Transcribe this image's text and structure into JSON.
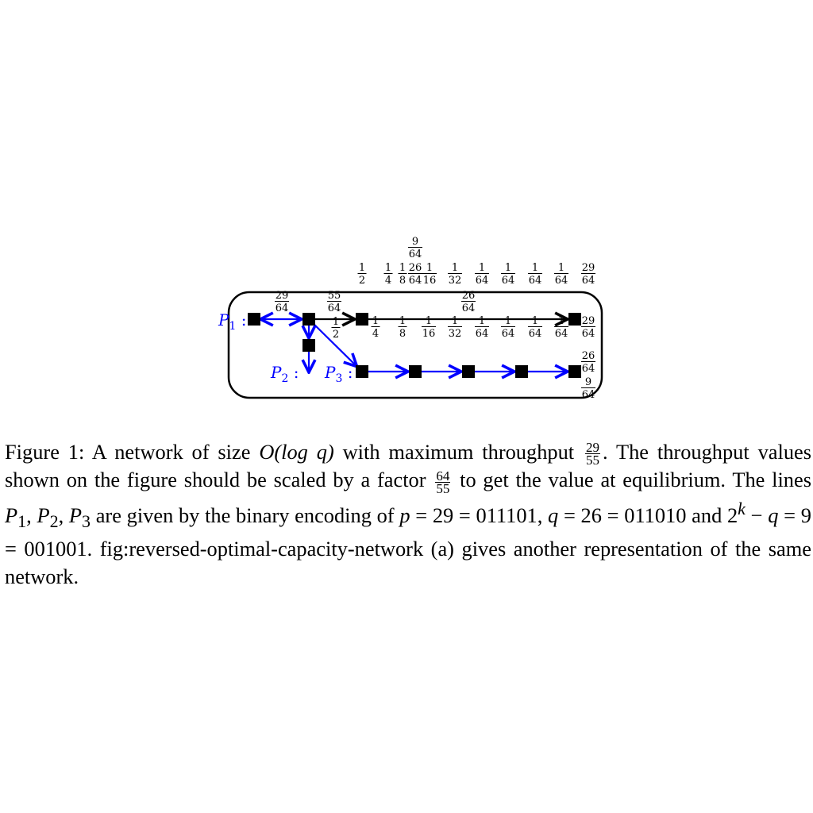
{
  "figure": {
    "nodes": [
      {
        "id": "s"
      },
      {
        "id": "a"
      },
      {
        "id": "b"
      },
      {
        "id": "t1"
      },
      {
        "id": "c"
      },
      {
        "id": "d1"
      },
      {
        "id": "d2"
      },
      {
        "id": "d3"
      },
      {
        "id": "d4"
      },
      {
        "id": "d5"
      }
    ],
    "edges": [
      {
        "from": "s",
        "to": "a",
        "color": "blue",
        "arrow": "both"
      },
      {
        "from": "a",
        "to": "b",
        "color": "black"
      },
      {
        "from": "b",
        "to": "t1",
        "color": "black"
      },
      {
        "from": "a",
        "to": "c",
        "color": "blue"
      },
      {
        "from": "c",
        "to": "P2",
        "color": "blue"
      },
      {
        "from": "a",
        "to": "d1",
        "color": "blue"
      },
      {
        "from": "d1",
        "to": "d2",
        "color": "blue"
      },
      {
        "from": "d2",
        "to": "d3",
        "color": "blue"
      },
      {
        "from": "d3",
        "to": "d4",
        "color": "blue"
      },
      {
        "from": "d4",
        "to": "d5",
        "color": "blue"
      }
    ],
    "path_labels": [
      {
        "text": "P",
        "sub": "1",
        "suffix": " :"
      },
      {
        "text": "P",
        "sub": "2",
        "suffix": " :"
      },
      {
        "text": "P",
        "sub": "3",
        "suffix": " :"
      }
    ],
    "edge_fractions": [
      {
        "num": "29",
        "den": "64"
      },
      {
        "num": "55",
        "den": "64"
      },
      {
        "num": "26",
        "den": "64"
      },
      {
        "num": "1",
        "den": "2"
      }
    ],
    "top_row_fractions": [
      {
        "num": "1",
        "den": "2"
      },
      {
        "num": "1",
        "den": "4"
      },
      {
        "num": "1",
        "den": "8"
      },
      {
        "num": "26",
        "den": "64"
      },
      {
        "num": "1",
        "den": "16"
      },
      {
        "num": "1",
        "den": "32"
      },
      {
        "num": "1",
        "den": "64"
      },
      {
        "num": "1",
        "den": "64"
      },
      {
        "num": "1",
        "den": "64"
      },
      {
        "num": "1",
        "den": "64"
      },
      {
        "num": "29",
        "den": "64"
      }
    ],
    "top_extra_fraction": {
      "num": "9",
      "den": "64"
    },
    "bottom_row_fractions": [
      {
        "num": "1",
        "den": "4"
      },
      {
        "num": "1",
        "den": "8"
      },
      {
        "num": "1",
        "den": "16"
      },
      {
        "num": "1",
        "den": "32"
      },
      {
        "num": "1",
        "den": "64"
      },
      {
        "num": "1",
        "den": "64"
      },
      {
        "num": "1",
        "den": "64"
      },
      {
        "num": "1",
        "den": "64"
      },
      {
        "num": "29",
        "den": "64"
      }
    ],
    "right_fractions": [
      {
        "num": "26",
        "den": "64"
      },
      {
        "num": "9",
        "den": "64"
      }
    ]
  },
  "caption": {
    "label": "Figure 1:",
    "t1": "A network of size ",
    "m1": "O(log q)",
    "t2": " with maximum throughput ",
    "f1": {
      "num": "29",
      "den": "55"
    },
    "t3": ". The throughput values shown on the figure should be scaled by a factor ",
    "f2": {
      "num": "64",
      "den": "55"
    },
    "t4": " to get the value at equilibrium. The lines ",
    "m2": "P",
    "m2s": "1",
    "t5": ", ",
    "m3": "P",
    "m3s": "2",
    "t6": ", ",
    "m4": "P",
    "m4s": "3",
    "t7": " are given by the binary encoding of ",
    "m5": "p",
    "t8": " = 29 = 011101, ",
    "m6": "q",
    "t9": " = 26 = 011010 and 2",
    "m7": "k",
    "t10": " − ",
    "m8": "q",
    "t11": " = 9 = 001001. fig:reversed-optimal-capacity-network (a) gives another representation of the same network."
  }
}
